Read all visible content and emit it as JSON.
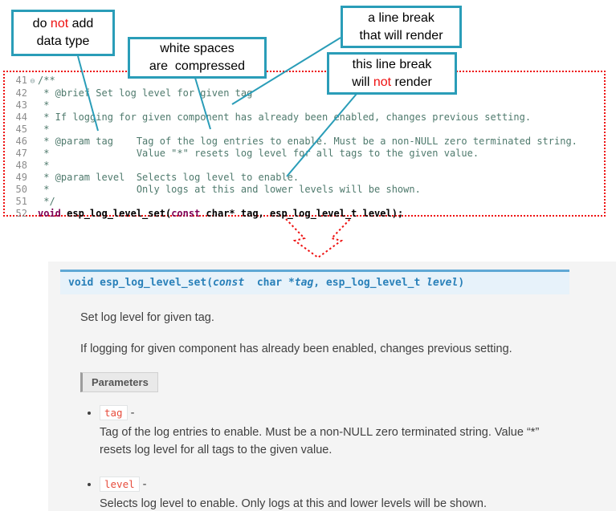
{
  "colors": {
    "teal": "#2a9db8",
    "red": "#ee1111",
    "comment": "#4f7a6d",
    "keyword": "#7f0055",
    "linenum": "#8c8c8c",
    "sig-bg": "#e7f2fa",
    "sig-border": "#5fa8d5",
    "sig-text": "#2980b9",
    "body-text": "#404040",
    "chip-red": "#e74c3c",
    "chip-border": "#e1e4e5",
    "panel-bg": "#f4f4f4",
    "params-bg": "#e9e9e9",
    "params-border": "#d0d0d0",
    "params-accent": "#9c9c9c"
  },
  "callouts": {
    "box1": {
      "l1a": "do ",
      "l1b": "not",
      "l1c": " add",
      "l2": "data type"
    },
    "box2": {
      "l1": "white spaces",
      "l2": "are  compressed"
    },
    "box3": {
      "l1": "a line break",
      "l2": "that will render"
    },
    "box4": {
      "l1": "this line break",
      "l2a": "will ",
      "l2b": "not",
      "l2c": " render"
    }
  },
  "editor": {
    "lines": [
      {
        "num": "41",
        "fold": "⊖",
        "text": "/**"
      },
      {
        "num": "42",
        "text": " * @brief Set log level for given tag"
      },
      {
        "num": "43",
        "text": " *"
      },
      {
        "num": "44",
        "text": " * If logging for given component has already been enabled, changes previous setting."
      },
      {
        "num": "45",
        "text": " *"
      },
      {
        "num": "46",
        "text": " * @param tag    Tag of the log entries to enable. Must be a non-NULL zero terminated string."
      },
      {
        "num": "47",
        "text": " *               Value \"*\" resets log level for all tags to the given value."
      },
      {
        "num": "48",
        "text": " *"
      },
      {
        "num": "49",
        "text": " * @param level  Selects log level to enable."
      },
      {
        "num": "50",
        "text": " *               Only logs at this and lower levels will be shown."
      },
      {
        "num": "51",
        "text": " */"
      }
    ],
    "line52": {
      "num": "52",
      "kw_void": "void",
      "text_a": " esp_log_level_set(",
      "kw_const": "const",
      "text_b": " char* tag, esp_log_level_t level);"
    }
  },
  "docs": {
    "signature": {
      "kw_void": "void",
      "name": " esp_log_level_set",
      "open": "(",
      "kw_const": "const",
      "char_type": "  char *",
      "arg1": "tag",
      "comma": ", ",
      "type2": "esp_log_level_t ",
      "arg2": "level",
      "close": ")"
    },
    "brief": "Set log level for given tag.",
    "description": "If logging for given component has already been enabled, changes previous setting.",
    "parameters_label": "Parameters",
    "params": [
      {
        "name": "tag",
        "dash": " - ",
        "desc": "Tag of the log entries to enable. Must be a non-NULL zero terminated string. Value “*” resets log level for all tags to the given value."
      },
      {
        "name": "level",
        "dash": " - ",
        "desc": "Selects log level to enable. Only logs at this and lower levels will be shown."
      }
    ]
  }
}
